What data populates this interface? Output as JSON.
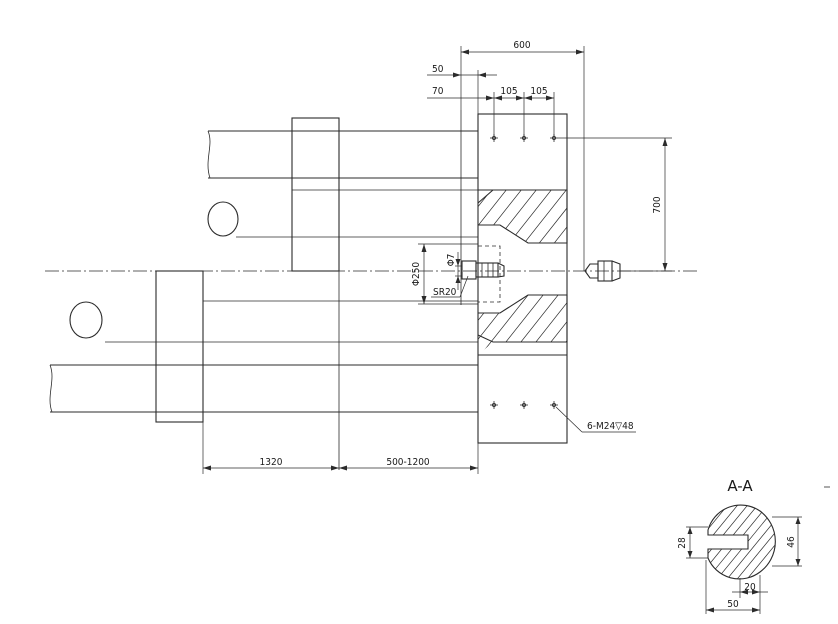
{
  "dimensions": {
    "overall_width": "600",
    "offset_50": "50",
    "offset_70": "70",
    "pitch_a": "105",
    "pitch_b": "105",
    "height_700": "700",
    "diameter_250": "Φ250",
    "diameter_7": "Φ7",
    "sphere_radius": "SR20",
    "length_1320": "1320",
    "range_500_1200": "500-1200",
    "threaded_holes": "6-M24▽48"
  },
  "section": {
    "title": "A-A",
    "dim_28": "28",
    "dim_46": "46",
    "dim_20": "20",
    "dim_50": "50"
  },
  "colors": {
    "line": "#2b2b2b",
    "background": "#ffffff"
  }
}
